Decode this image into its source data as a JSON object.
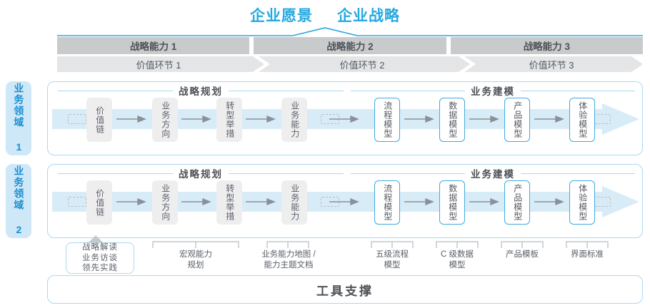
{
  "header": {
    "vision_title": "企业愿景",
    "strategy_title": "企业战略"
  },
  "capabilities": [
    {
      "label": "战略能力 1"
    },
    {
      "label": "战略能力 2"
    },
    {
      "label": "战略能力 3"
    }
  ],
  "value_chain": [
    {
      "label": "价值环节 1"
    },
    {
      "label": "价值环节 2"
    },
    {
      "label": "价值环节 3"
    }
  ],
  "domains": [
    {
      "label": "业务领域 1"
    },
    {
      "label": "业务领域 2"
    }
  ],
  "sections": {
    "left": "战略规划",
    "right": "业务建模"
  },
  "nodes": [
    {
      "label": "价值链",
      "style": "gray"
    },
    {
      "label": "业务方向",
      "style": "gray"
    },
    {
      "label": "转型举措",
      "style": "gray"
    },
    {
      "label": "业务能力",
      "style": "gray"
    },
    {
      "label": "流程模型",
      "style": "blue"
    },
    {
      "label": "数据模型",
      "style": "blue"
    },
    {
      "label": "产品模型",
      "style": "blue"
    },
    {
      "label": "体验模型",
      "style": "blue"
    }
  ],
  "tools": {
    "title": "工具支撑",
    "box_label": "战略解读\n业务访谈\n领先实践",
    "labels": [
      {
        "text": "宏观能力\n规划"
      },
      {
        "text": "业务能力地图 /\n能力主题文档"
      },
      {
        "text": "五级流程\n模型"
      },
      {
        "text": "C 级数据\n模型"
      },
      {
        "text": "产品模板"
      },
      {
        "text": "界面标准"
      }
    ]
  },
  "colors": {
    "accent_blue": "#25A9E0",
    "border_blue": "#a9d8f0",
    "node_blue": "#3FA9E0",
    "band_gray": "#c9cacb",
    "chevron_gray": "#e4e5e6",
    "node_gray": "#eeeeef",
    "text_gray": "#5a6068",
    "flow_arrow": "#d8ecf8"
  }
}
